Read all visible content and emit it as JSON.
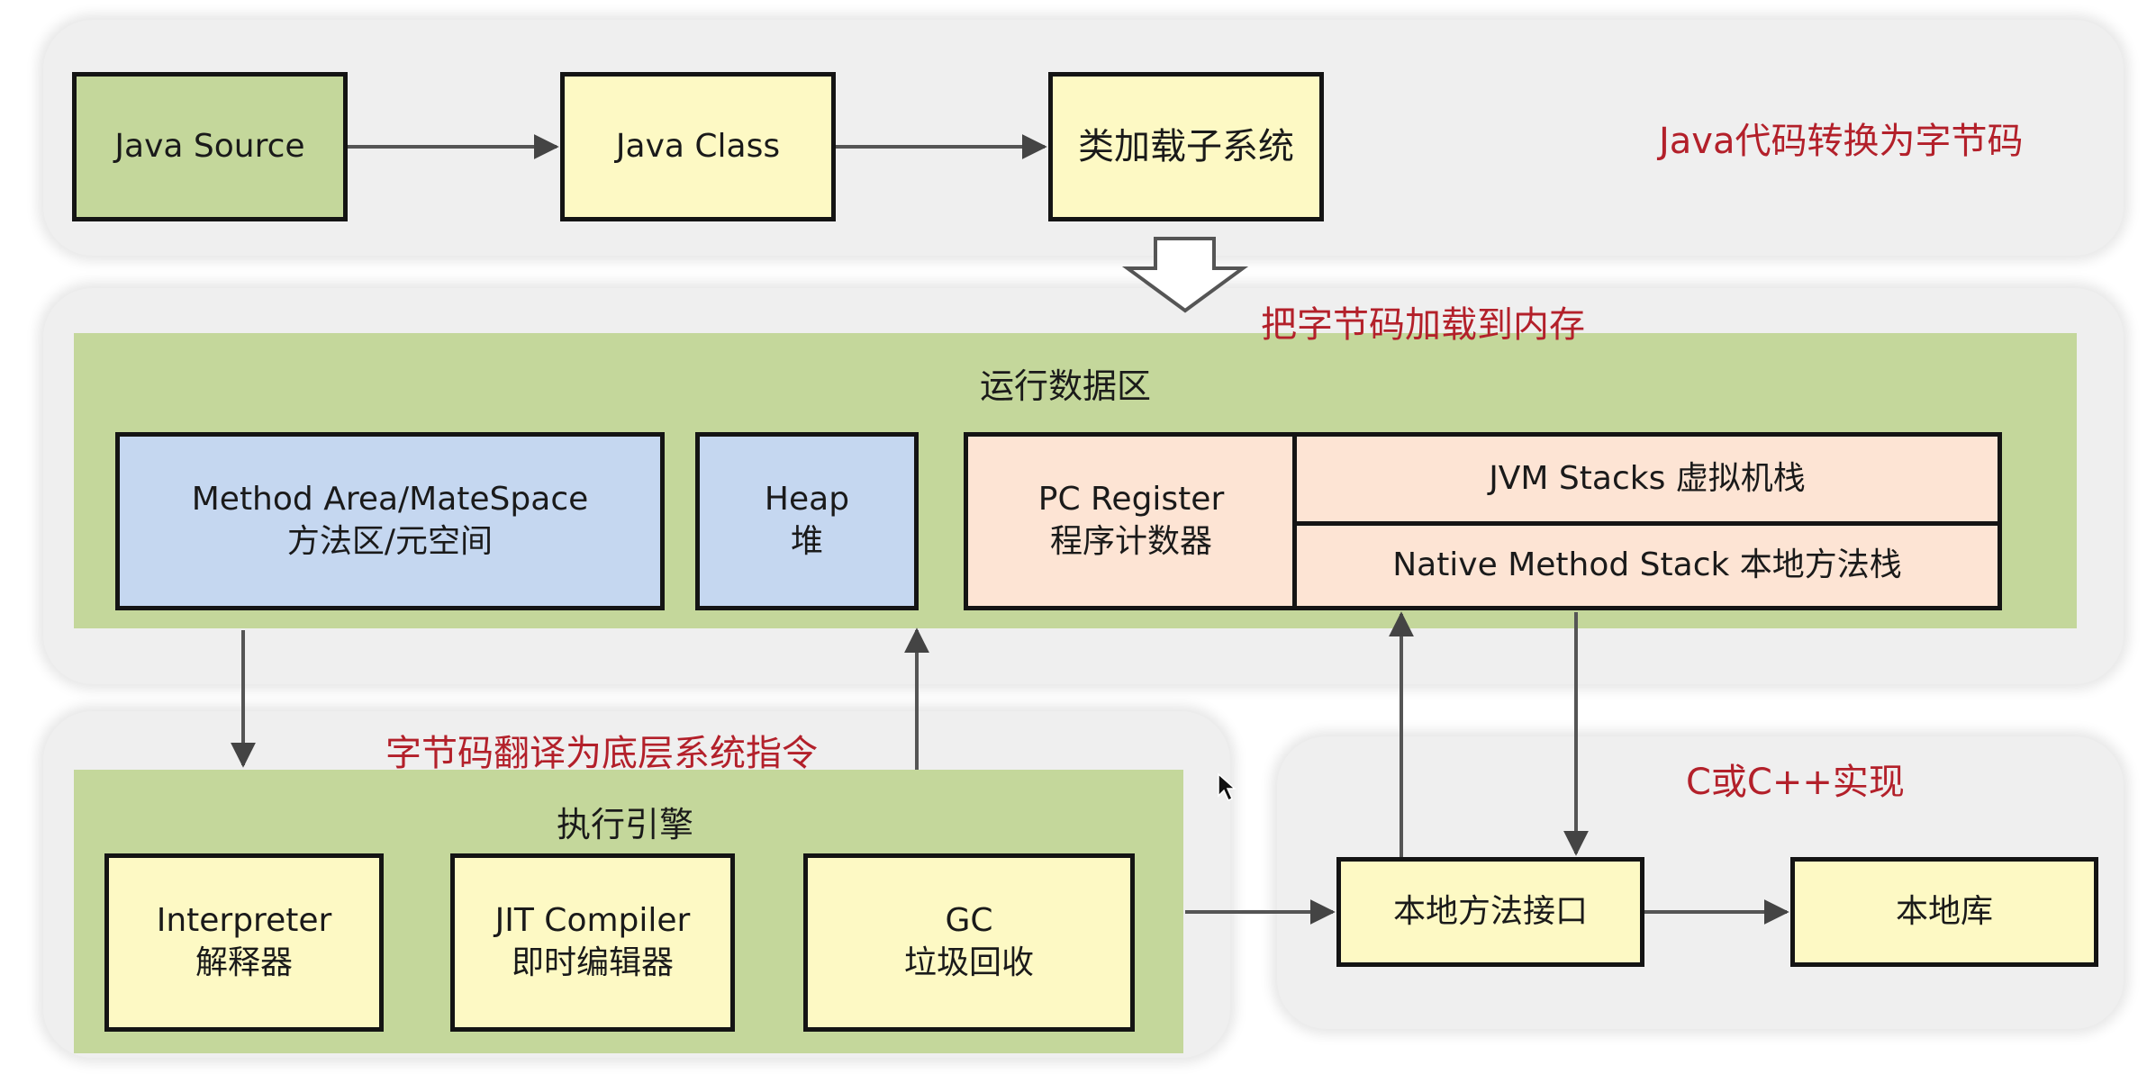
{
  "top": {
    "java_source": "Java Source",
    "java_class": "Java Class",
    "class_loader": "类加载子系统",
    "note": "Java代码转换为字节码"
  },
  "load_note": "把字节码加载到内存",
  "runtime": {
    "title": "运行数据区",
    "method_area": [
      "Method Area/MateSpace",
      "方法区/元空间"
    ],
    "heap": [
      "Heap",
      "堆"
    ],
    "pc_register": [
      "PC Register",
      "程序计数器"
    ],
    "jvm_stacks": "JVM Stacks 虚拟机栈",
    "native_stack": "Native Method Stack 本地方法栈"
  },
  "engine": {
    "note": "字节码翻译为底层系统指令",
    "title": "执行引擎",
    "interpreter": [
      "Interpreter",
      "解释器"
    ],
    "jit": [
      "JIT Compiler",
      "即时编辑器"
    ],
    "gc": [
      "GC",
      "垃圾回收"
    ]
  },
  "native": {
    "note": "C或C++实现",
    "interface": "本地方法接口",
    "library": "本地库"
  },
  "colors": {
    "panel": "#efefef",
    "green": "#c4d79b",
    "yellow": "#fdf9c4",
    "blue": "#c5d7f0",
    "peach": "#fde4d4",
    "note_red": "#b3202a"
  }
}
